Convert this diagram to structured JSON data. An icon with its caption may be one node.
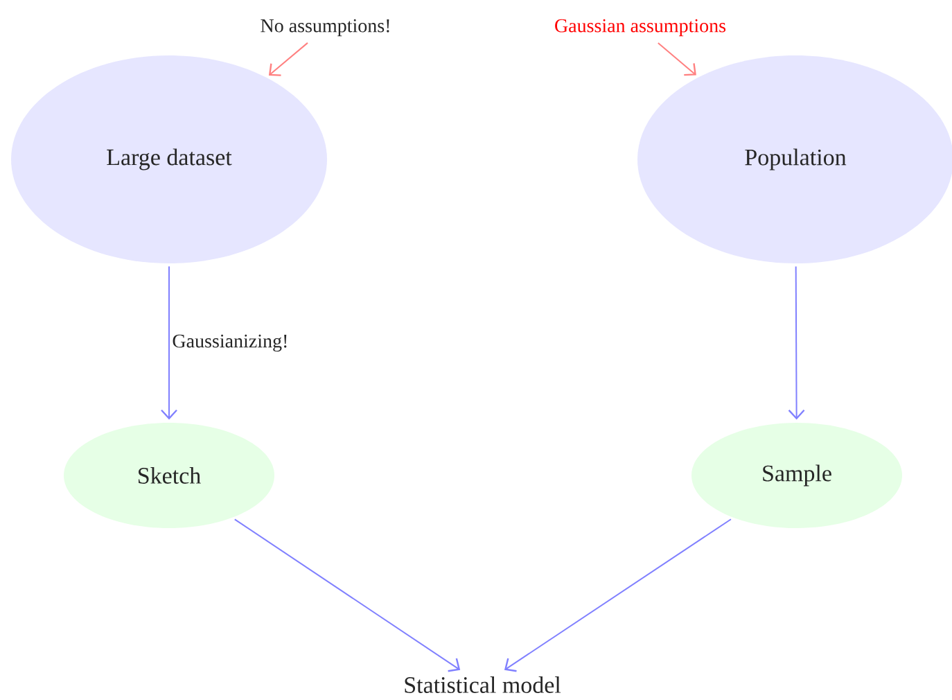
{
  "diagram": {
    "nodes": [
      {
        "text": [
          "No assumptions!"
        ]
      },
      {
        "text": [
          "Gaussian assumptions"
        ]
      },
      {
        "text": [
          "Large dataset"
        ]
      },
      {
        "text": [
          "Population"
        ]
      },
      {
        "text": [
          "Sketch"
        ]
      },
      {
        "text": [
          "Sample"
        ]
      },
      {
        "text": [
          "Statistical model"
        ]
      }
    ],
    "edges": [
      {
        "from": 0,
        "to": 2,
        "arrow": "to",
        "color": "#ff8080"
      },
      {
        "from": 1,
        "to": 3,
        "arrow": "to",
        "color": "#ff8080"
      },
      {
        "from": 2,
        "to": 4,
        "arrow": "to",
        "label": "Gaussianizing!"
      },
      {
        "from": 3,
        "to": 5,
        "arrow": "to"
      },
      {
        "from": 4,
        "to": 6,
        "arrow": "to"
      },
      {
        "from": 5,
        "to": 6,
        "arrow": "to"
      }
    ]
  }
}
